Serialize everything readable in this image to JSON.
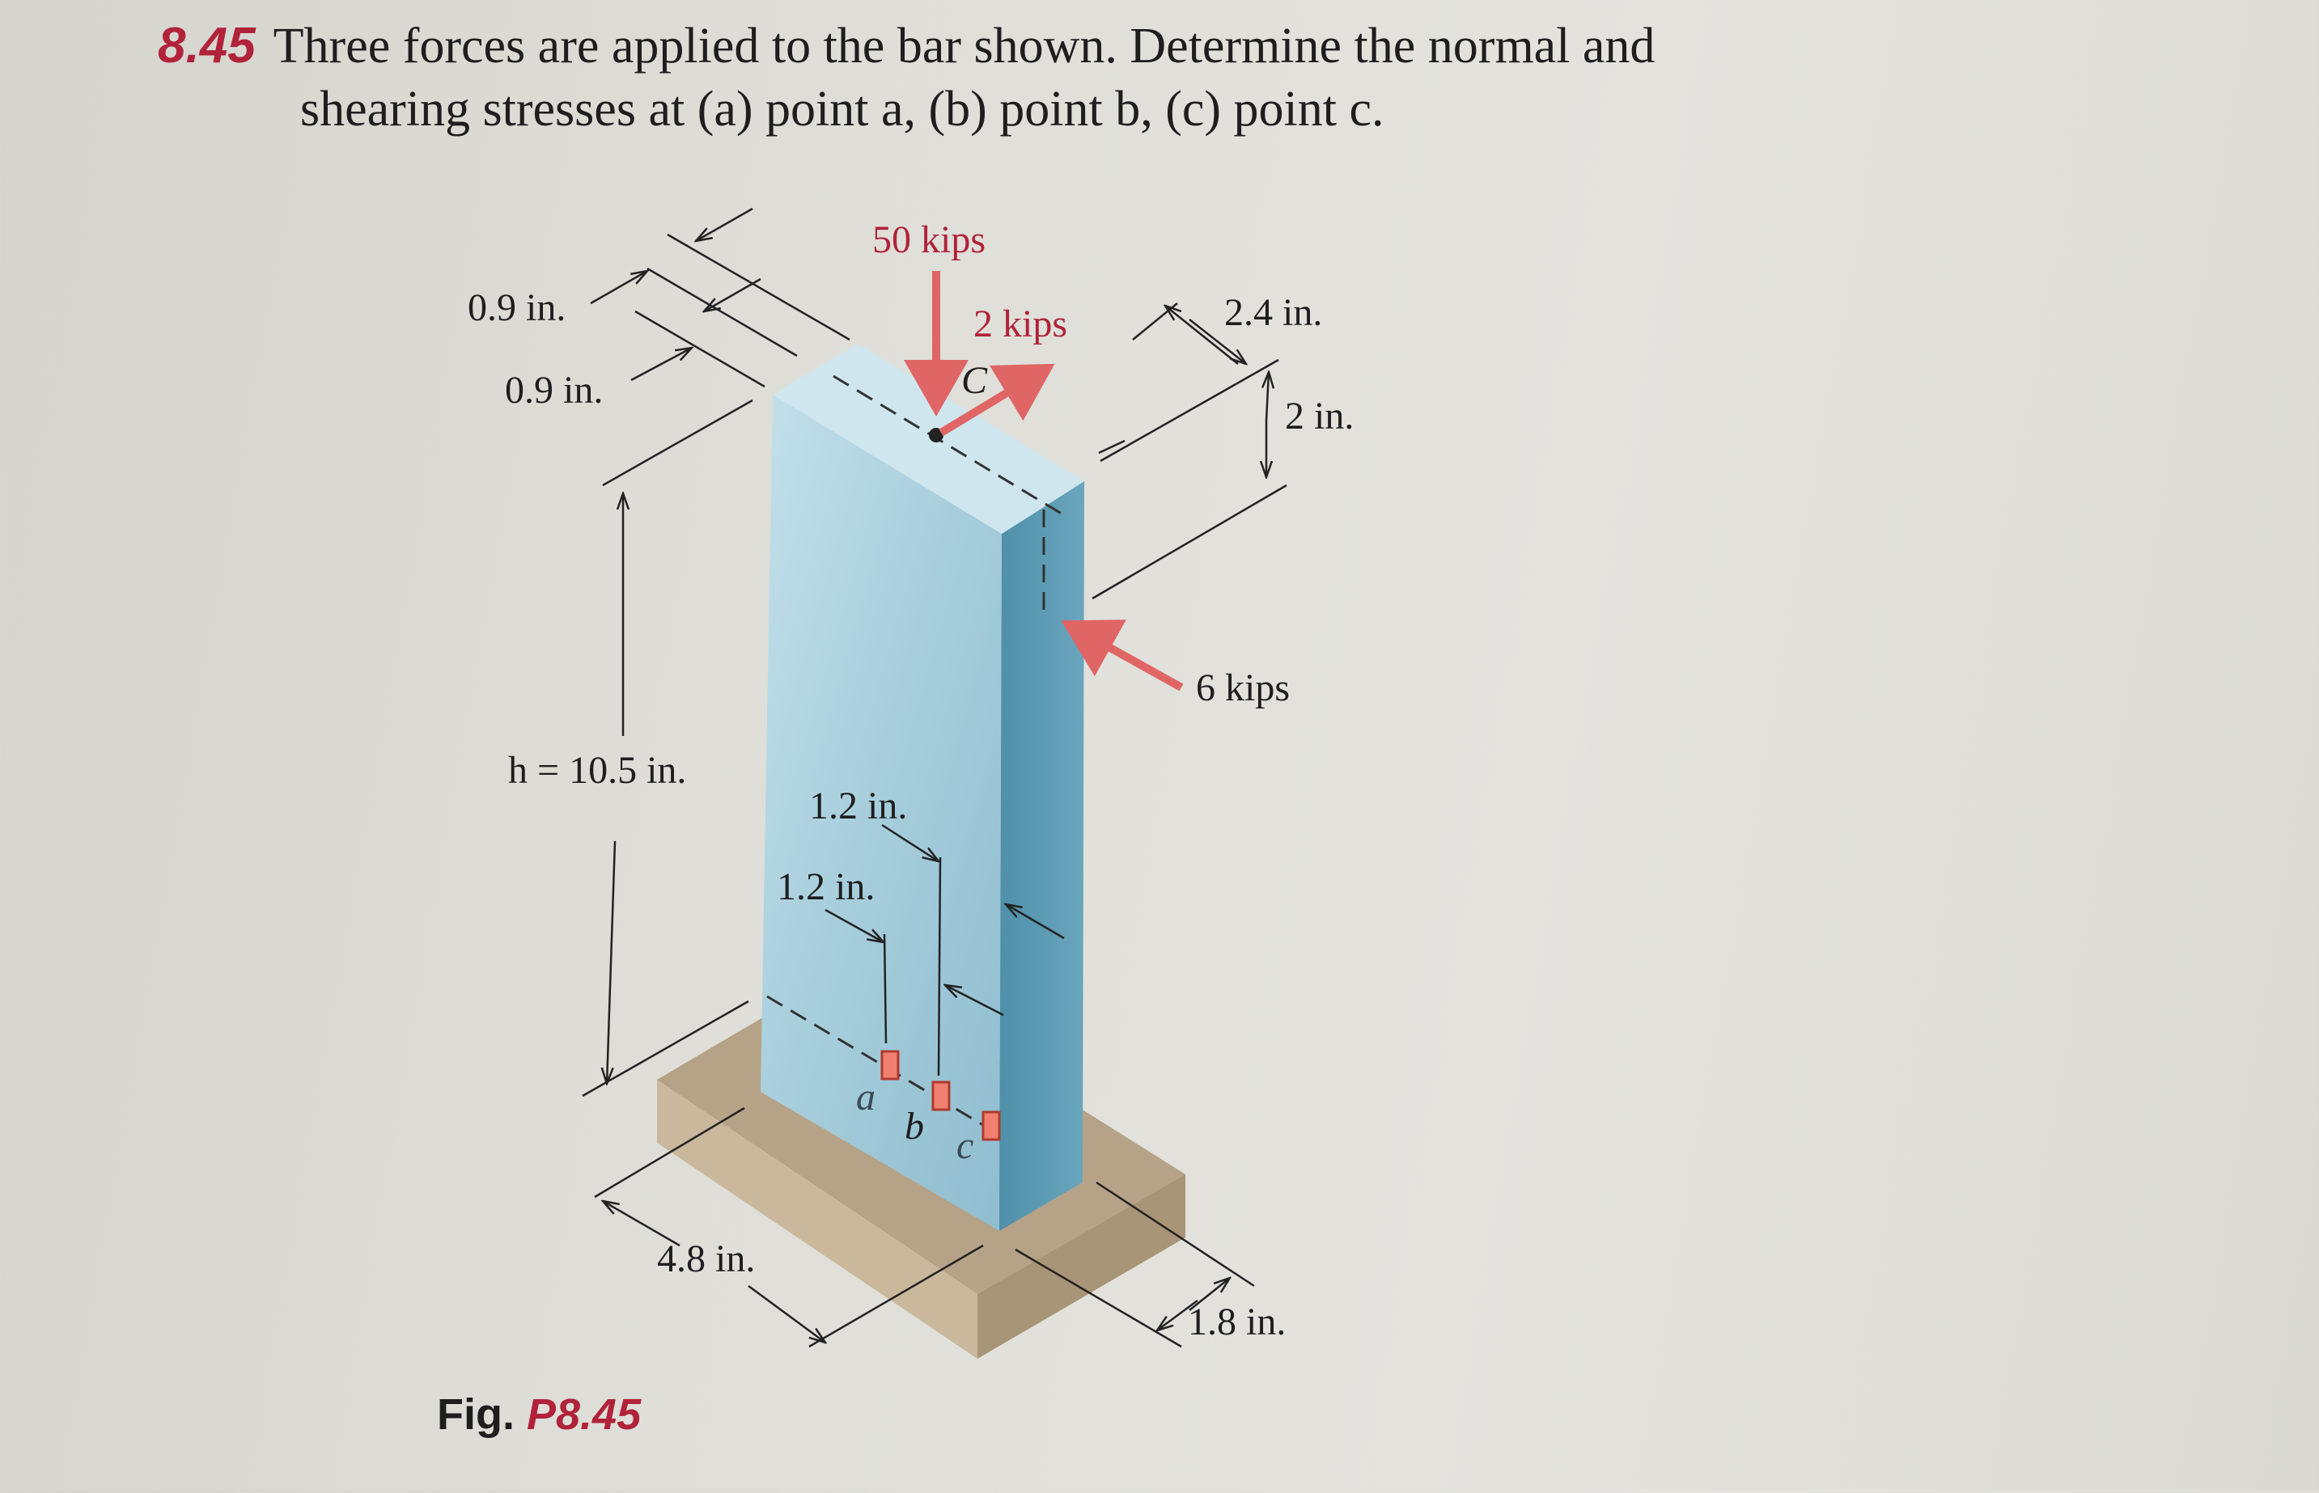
{
  "problem": {
    "number": "8.45",
    "line1": "Three forces are applied to the bar shown. Determine the normal and",
    "line2": "shearing stresses at (a) point a, (b) point b, (c) point c."
  },
  "figure": {
    "labels": {
      "force_vertical": "50 kips",
      "force_top": "2 kips",
      "force_side": "6 kips",
      "point_C": "C",
      "dim_09_top": "0.9 in.",
      "dim_09_bottom": "0.9 in.",
      "dim_24": "2.4 in.",
      "dim_2": "2 in.",
      "dim_h": "h = 10.5 in.",
      "dim_12_top": "1.2 in.",
      "dim_12_bottom": "1.2 in.",
      "dim_48": "4.8 in.",
      "dim_18": "1.8 in.",
      "point_a": "a",
      "point_b": "b",
      "point_c": "c"
    },
    "caption_label": "Fig.",
    "caption_number": "P8.45",
    "colors": {
      "bar_front": "#a9cfdc",
      "bar_side": "#5f9db5",
      "bar_top": "#cbe3eb",
      "base_top": "#b7a48a",
      "base_front": "#d3c2a6",
      "arrow": "#e06666",
      "marker": "#f08070",
      "accent_red": "#b0233a"
    }
  }
}
